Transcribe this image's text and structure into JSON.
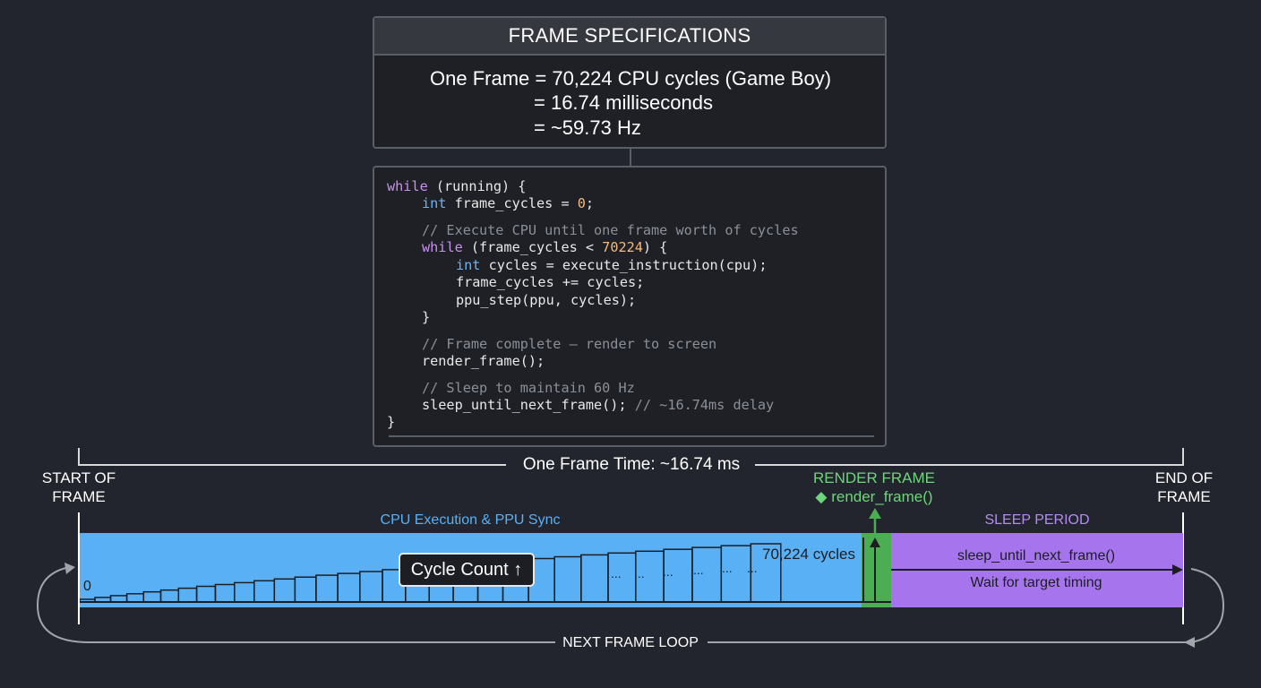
{
  "spec": {
    "title": "FRAME SPECIFICATIONS",
    "lines": [
      "One Frame = 70,224 CPU cycles (Game Boy)",
      "= 16.74 milliseconds",
      "= ~59.73 Hz"
    ]
  },
  "code": {
    "l1_kw": "while",
    "l1_rest": " (running) {",
    "l2_ty": "int",
    "l2_a": " frame_cycles = ",
    "l2_num": "0",
    "l2_b": ";",
    "l3_cm": "// Execute CPU until one frame worth of cycles",
    "l4_kw": "while",
    "l4_a": " (frame_cycles < ",
    "l4_num": "70224",
    "l4_b": ") {",
    "l5_ty": "int",
    "l5_rest": " cycles = execute_instruction(cpu);",
    "l6": "frame_cycles += cycles;",
    "l7": "ppu_step(ppu, cycles);",
    "l8": "}",
    "l9_cm": "// Frame complete – render to screen",
    "l10": "render_frame();",
    "l11_cm": "// Sleep to maintain 60 Hz",
    "l12_a": "sleep_until_next_frame(); ",
    "l12_cm": "// ~16.74ms delay",
    "l13": "}"
  },
  "timeline": {
    "frame_time": "One Frame Time: ~16.74 ms",
    "start_label": "START OF FRAME",
    "end_label": "END OF FRAME",
    "render_title": "RENDER FRAME",
    "render_call": "◆ render_frame()",
    "cpu_title": "CPU Execution & PPU Sync",
    "sleep_title": "SLEEP PERIOD",
    "zero_label": "0",
    "cycles_label": "70,224 cycles",
    "cycle_count": "Cycle Count",
    "sleep_call": "sleep_until_next_frame()",
    "sleep_desc": "Wait for target timing",
    "loop_label": "NEXT FRAME LOOP",
    "ellipsis": "..."
  },
  "colors": {
    "background": "#22252d",
    "cpu": "#5ab0f5",
    "render": "#4cae52",
    "sleep": "#a675ee",
    "render_text": "#6dd67a",
    "cpu_text": "#5ab0f5",
    "sleep_text": "#b48cf0"
  }
}
